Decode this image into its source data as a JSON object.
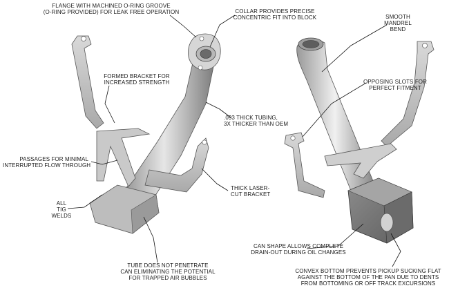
{
  "callouts": {
    "flange": [
      "FLANGE WITH MACHINED O-RING GROOVE",
      "(O-RING PROVIDED) FOR LEAK FREE OPERATION"
    ],
    "collar": [
      "COLLAR PROVIDES PRECISE",
      "CONCENTRIC FIT INTO BLOCK"
    ],
    "mandrel": [
      "SMOOTH",
      "MANDREL",
      "BEND"
    ],
    "formed_bracket": [
      "FORMED BRACKET FOR",
      "INCREASED STRENGTH"
    ],
    "slots": [
      "OPPOSING SLOTS FOR",
      "PERFECT FITMENT"
    ],
    "tubing": [
      ".093 THICK TUBING,",
      "3X THICKER THAN OEM"
    ],
    "passages": [
      "PASSAGES FOR MINIMAL",
      "INTERRUPTED FLOW THROUGH"
    ],
    "laser_bracket": [
      "THICK LASER-",
      "CUT BRACKET"
    ],
    "tig": [
      "ALL",
      "TIG",
      "WELDS"
    ],
    "can_shape": [
      "CAN SHAPE ALLOWS COMPLETE",
      "DRAIN-OUT DURING OIL CHANGES"
    ],
    "tube_penetrate": [
      "TUBE DOES NOT PENETRATE",
      "CAN ELIMINATING THE POTENTIAL",
      "FOR TRAPPED AIR BUBBLES"
    ],
    "convex": [
      "CONVEX BOTTOM PREVENTS PICKUP SUCKING FLAT",
      "AGAINST THE BOTTOM OF THE PAN DUE TO DENTS",
      "FROM BOTTOMING OR OFF TRACK EXCURSIONS"
    ]
  }
}
